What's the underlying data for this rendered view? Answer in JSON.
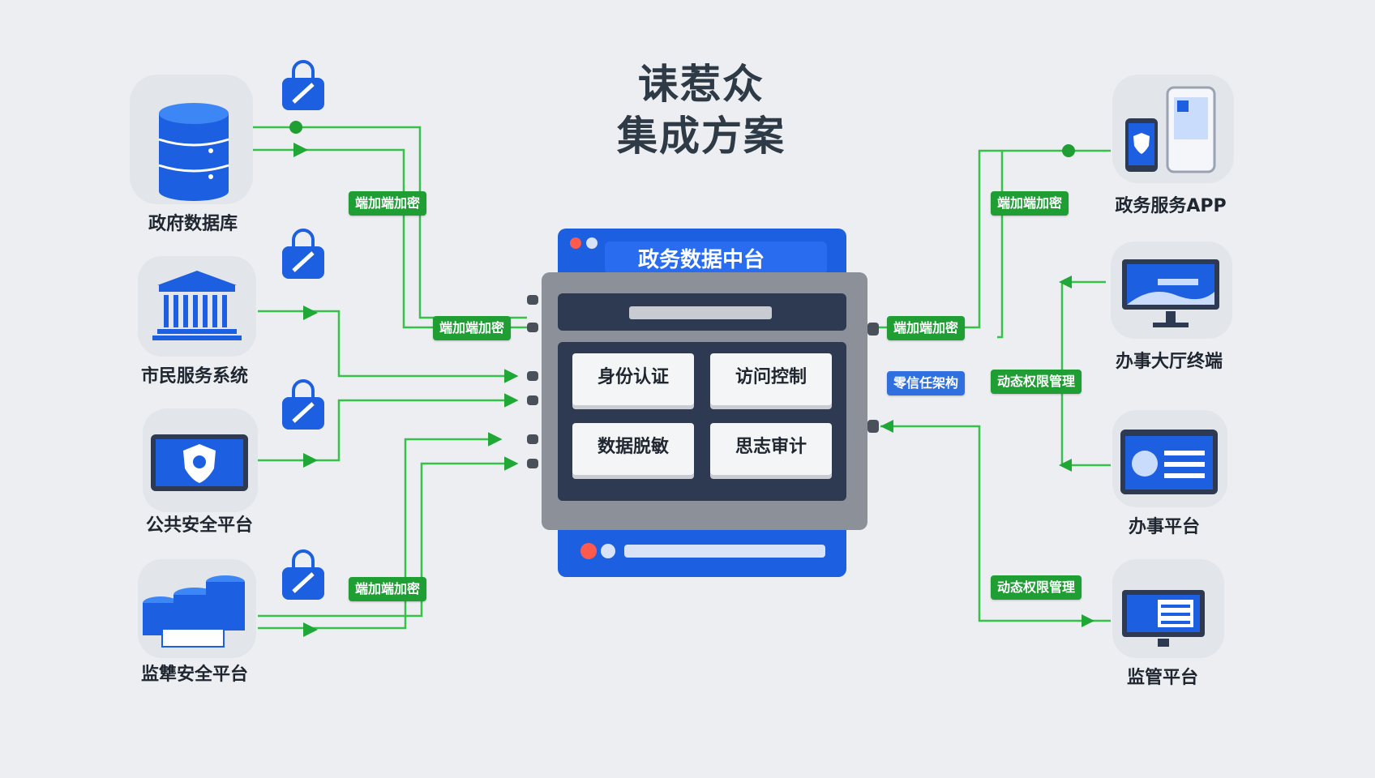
{
  "title": {
    "line1": "诔惹众",
    "line2": "集成方案"
  },
  "hub": {
    "title": "政务数据中台",
    "modules": [
      "身份认证",
      "访问控制",
      "数据脱敏",
      "思志审计"
    ]
  },
  "left_nodes": [
    {
      "label": "政府数据库",
      "icon": "database-icon"
    },
    {
      "label": "市民服务系统",
      "icon": "government-building-icon"
    },
    {
      "label": "公共安全平台",
      "icon": "shield-monitor-icon"
    },
    {
      "label": "监犨安全平台",
      "icon": "database-cluster-icon"
    }
  ],
  "right_nodes": [
    {
      "label": "政务服务APP",
      "icon": "mobile-app-icon"
    },
    {
      "label": "办事大厅终端",
      "icon": "terminal-monitor-icon"
    },
    {
      "label": "办事平台",
      "icon": "service-platform-icon"
    },
    {
      "label": "监管平台",
      "icon": "supervision-monitor-icon"
    }
  ],
  "tags": {
    "left_top": "端加端加密",
    "left_mid": "端加端加密",
    "left_bottom": "端加端加密",
    "right_top": "端加端加密",
    "right_mid": "端加端加密",
    "zero_trust": "零信任架构",
    "dynamic_1": "动态权限管理",
    "dynamic_2": "动态权限管理"
  },
  "colors": {
    "line": "#36c24a",
    "tag": "#1e9e33",
    "accent": "#2f6fe0",
    "hub_frame": "#8c9099",
    "hub_inner": "#2d3a52"
  }
}
